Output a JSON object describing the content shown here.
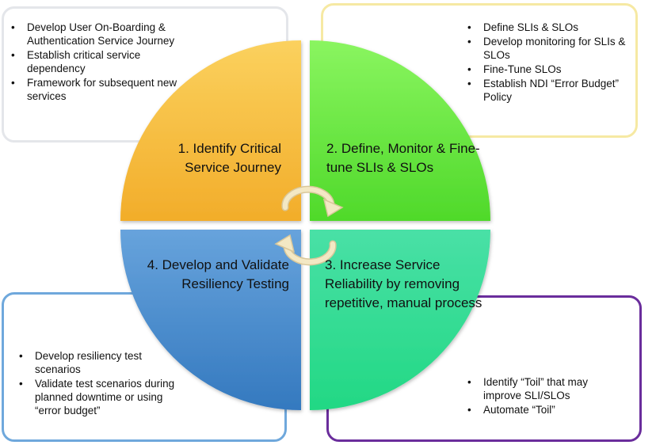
{
  "quadrants": {
    "q1": {
      "title": "1. Identify Critical Service Journey",
      "color_top": "#fbd15e",
      "color_bottom": "#f2ad2a"
    },
    "q2": {
      "title": "2. Define, Monitor & Fine-tune SLIs & SLOs",
      "color_top": "#8af560",
      "color_bottom": "#4fd92a"
    },
    "q3": {
      "title": "3. Increase Service Reliability by removing repetitive, manual process",
      "color_top": "#49e0a6",
      "color_bottom": "#22d884"
    },
    "q4": {
      "title": "4. Develop and Validate Resiliency Testing",
      "color_top": "#67a3dc",
      "color_bottom": "#3479bf"
    }
  },
  "boxes": {
    "top_left": {
      "border_color": "#e4e6ea",
      "items": [
        "Develop User On-Boarding & Authentication Service Journey",
        "Establish critical service dependency",
        "Framework for subsequent new services"
      ]
    },
    "top_right": {
      "border_color": "#f6e9a3",
      "items": [
        "Define SLIs & SLOs",
        "Develop monitoring for SLIs & SLOs",
        "Fine-Tune SLOs",
        "Establish NDI “Error Budget” Policy"
      ]
    },
    "bottom_left": {
      "border_color": "#6fa8dc",
      "items": [
        "Develop resiliency test scenarios",
        " Validate test scenarios during planned downtime or using “error budget”"
      ]
    },
    "bottom_right": {
      "border_color": "#6a2d9c",
      "items": [
        "Identify “Toil” that may improve SLI/SLOs",
        "Automate “Toil”"
      ]
    }
  },
  "center_arrows": {
    "icon": "cycle-arrows-icon",
    "color": "#f3e8c4"
  }
}
